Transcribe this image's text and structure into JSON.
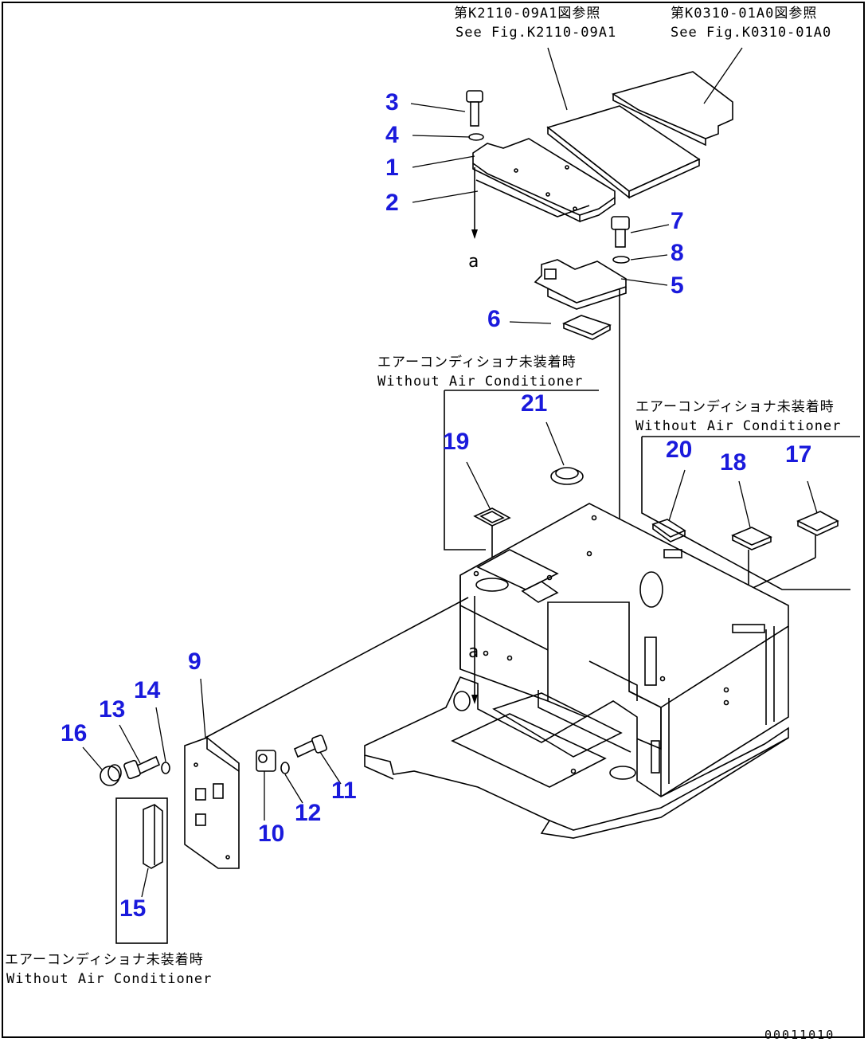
{
  "notes": {
    "top_left_jp": "第K2110-09A1図参照",
    "top_left_en": "See Fig.K2110-09A1",
    "top_right_jp": "第K0310-01A0図参照",
    "top_right_en": "See Fig.K0310-01A0",
    "mid_jp": "エアーコンディショナ未装着時",
    "mid_en": "Without Air Conditioner",
    "right_jp": "エアーコンディショナ未装着時",
    "right_en": "Without Air Conditioner",
    "bottom_jp": "エアーコンディショナ未装着時",
    "bottom_en": "Without Air Conditioner"
  },
  "ref_letter": "a",
  "figure_number": "00011010",
  "callouts": {
    "c1": "1",
    "c2": "2",
    "c3": "3",
    "c4": "4",
    "c5": "5",
    "c6": "6",
    "c7": "7",
    "c8": "8",
    "c9": "9",
    "c10": "10",
    "c11": "11",
    "c12": "12",
    "c13": "13",
    "c14": "14",
    "c15": "15",
    "c16": "16",
    "c17": "17",
    "c18": "18",
    "c19": "19",
    "c20": "20",
    "c21": "21"
  },
  "colors": {
    "callout": "#1a1adc",
    "line": "#000000",
    "background": "#ffffff"
  }
}
